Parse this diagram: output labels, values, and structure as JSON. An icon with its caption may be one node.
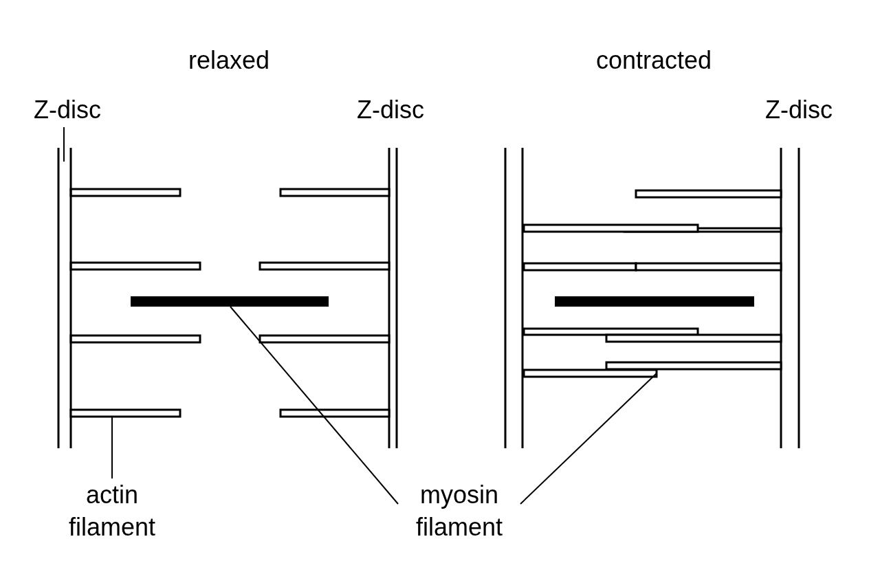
{
  "diagram": {
    "nodes": [
      {
        "text": [
          "Z-disc"
        ]
      },
      {
        "text": [],
        "shape": "bar"
      },
      {
        "text": [
          "actin filament"
        ]
      },
      {
        "text": [],
        "shape": "bar"
      },
      {
        "text": [
          "myosin filament"
        ]
      },
      {
        "text": [],
        "shape": "bar"
      },
      {
        "text": [],
        "shape": "bar"
      }
    ],
    "edges": [
      {
        "from": 0,
        "to": 1,
        "arrow": "none"
      },
      {
        "from": 2,
        "to": 3,
        "arrow": "none"
      },
      {
        "from": 4,
        "to": 5,
        "arrow": "none"
      },
      {
        "from": 4,
        "to": 6,
        "arrow": "none"
      }
    ],
    "labels": [
      "relaxed",
      "contracted",
      "Z-disc",
      "Z-disc"
    ]
  }
}
